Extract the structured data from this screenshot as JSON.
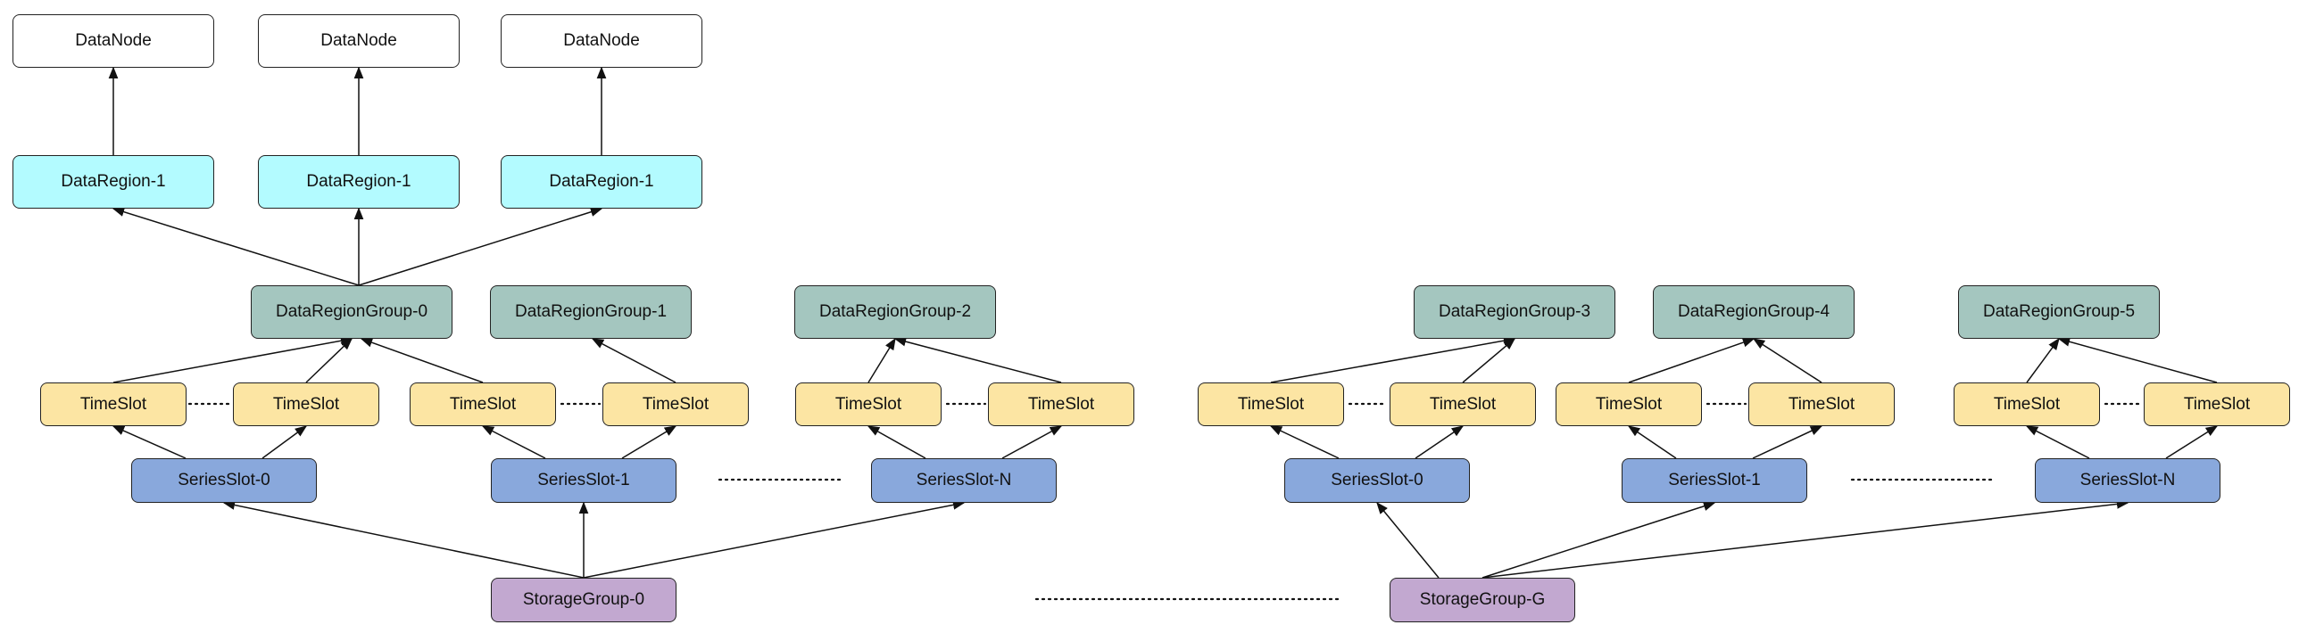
{
  "colors": {
    "datanode": "#ffffff",
    "dataregion": "#b3fbff",
    "regiongroup": "#a4c6bf",
    "timeslot": "#fce5a3",
    "seriesslot": "#89a8dc",
    "storagegroup": "#c2a8d0"
  },
  "datanodes": [
    "DataNode",
    "DataNode",
    "DataNode"
  ],
  "dataregions": [
    "DataRegion-1",
    "DataRegion-1",
    "DataRegion-1"
  ],
  "regiongroups": [
    "DataRegionGroup-0",
    "DataRegionGroup-1",
    "DataRegionGroup-2",
    "DataRegionGroup-3",
    "DataRegionGroup-4",
    "DataRegionGroup-5"
  ],
  "timeslot_label": "TimeSlot",
  "seriesslots": [
    "SeriesSlot-0",
    "SeriesSlot-1",
    "SeriesSlot-N",
    "SeriesSlot-0",
    "SeriesSlot-1",
    "SeriesSlot-N"
  ],
  "storagegroups": [
    "StorageGroup-0",
    "StorageGroup-G"
  ]
}
